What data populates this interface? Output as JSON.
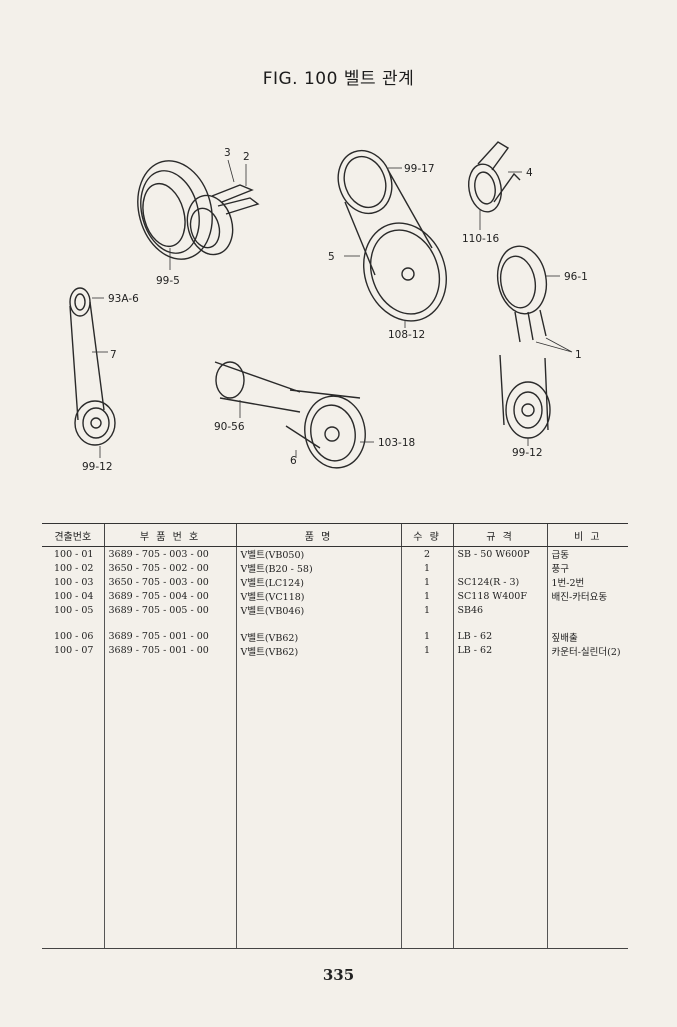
{
  "header": {
    "title": "FIG. 100 벨트 관계"
  },
  "figure": {
    "callouts": [
      "3",
      "2",
      "99-5",
      "99-17",
      "4",
      "110-16",
      "5",
      "108-12",
      "96-1",
      "93A-6",
      "7",
      "1",
      "90-56",
      "103-18",
      "6",
      "99-12",
      "99-12"
    ]
  },
  "table": {
    "headers": [
      "견출번호",
      "부 품 번 호",
      "품        명",
      "수 량",
      "규  격",
      "비 고"
    ],
    "rows": [
      {
        "ref": "100 - 01",
        "part": "3689 - 705 - 003 - 00",
        "name": "V벨트(VB050)",
        "qty": "2",
        "spec": "SB - 50  W600P",
        "note": "급동"
      },
      {
        "ref": "100 - 02",
        "part": "3650 - 705 - 002 - 00",
        "name": "V벨트(B20 - 58)",
        "qty": "1",
        "spec": "",
        "note": "풍구"
      },
      {
        "ref": "100 - 03",
        "part": "3650 - 705 - 003 - 00",
        "name": "V벨트(LC124)",
        "qty": "1",
        "spec": "SC124(R - 3)",
        "note": "1번-2번"
      },
      {
        "ref": "100 - 04",
        "part": "3689 - 705 - 004 - 00",
        "name": "V벨트(VC118)",
        "qty": "1",
        "spec": "SC118  W400F",
        "note": "배진-카터요동"
      },
      {
        "ref": "100 - 05",
        "part": "3689 - 705 - 005 - 00",
        "name": "V벨트(VB046)",
        "qty": "1",
        "spec": "SB46",
        "note": ""
      },
      {
        "ref": "100 - 06",
        "part": "3689 - 705 - 001 - 00",
        "name": "V벨트(VB62)",
        "qty": "1",
        "spec": "LB - 62",
        "note": "짚배출"
      },
      {
        "ref": "100 - 07",
        "part": "3689 - 705 - 001 - 00",
        "name": "V벨트(VB62)",
        "qty": "1",
        "spec": "LB - 62",
        "note": "카운터-실린더(2)"
      }
    ]
  },
  "footer": {
    "page_number": "335"
  }
}
